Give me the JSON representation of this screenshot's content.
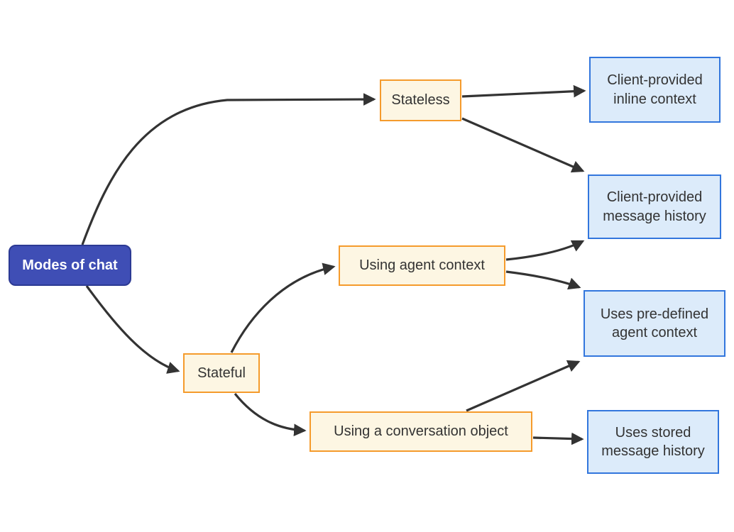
{
  "diagram": {
    "type": "flowchart-left-to-right",
    "colors": {
      "background": "#ffffff",
      "edge_color": "#333333",
      "root_fill": "#3f4eb5",
      "root_border": "#2c3a94",
      "root_text": "#ffffff",
      "branch_fill": "#fdf6e3",
      "branch_border": "#f59b2c",
      "leaf_fill": "#dcebfa",
      "leaf_border": "#3276dd",
      "node_text": "#333333"
    },
    "nodes": {
      "root": {
        "label": "Modes of chat",
        "kind": "root"
      },
      "stateless": {
        "label": "Stateless",
        "kind": "branch"
      },
      "stateful": {
        "label": "Stateful",
        "kind": "branch"
      },
      "agent_context": {
        "label": "Using agent context",
        "kind": "branch"
      },
      "conversation_object": {
        "label": "Using a conversation object",
        "kind": "branch"
      },
      "inline_context": {
        "label": "Client-provided inline context",
        "kind": "leaf"
      },
      "message_history": {
        "label": "Client-provided message history",
        "kind": "leaf"
      },
      "predefined_context": {
        "label": "Uses pre-defined agent context",
        "kind": "leaf"
      },
      "stored_history": {
        "label": "Uses stored message history",
        "kind": "leaf"
      }
    },
    "edges": [
      {
        "from": "Modes of chat",
        "to": "Stateless"
      },
      {
        "from": "Modes of chat",
        "to": "Stateful"
      },
      {
        "from": "Stateless",
        "to": "Client-provided inline context"
      },
      {
        "from": "Stateless",
        "to": "Client-provided message history"
      },
      {
        "from": "Stateful",
        "to": "Using agent context"
      },
      {
        "from": "Stateful",
        "to": "Using a conversation object"
      },
      {
        "from": "Using agent context",
        "to": "Client-provided message history"
      },
      {
        "from": "Using agent context",
        "to": "Uses pre-defined agent context"
      },
      {
        "from": "Using a conversation object",
        "to": "Uses pre-defined agent context"
      },
      {
        "from": "Using a conversation object",
        "to": "Uses stored message history"
      }
    ]
  }
}
